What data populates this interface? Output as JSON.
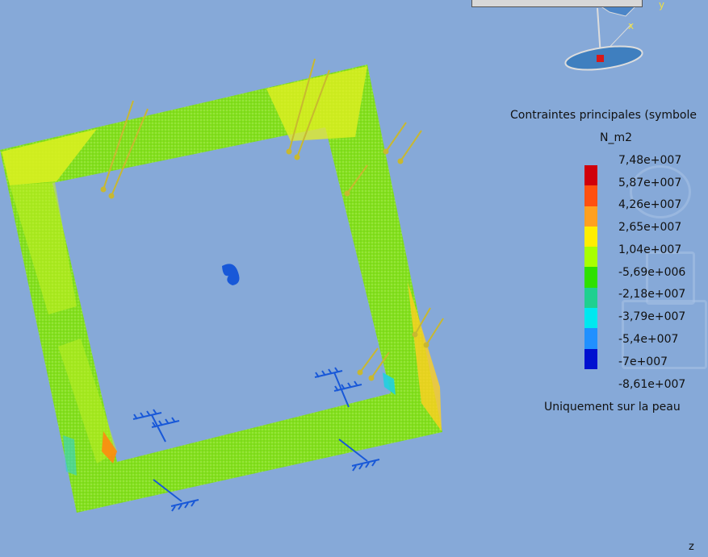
{
  "legend": {
    "title": "Contraintes principales (symbole",
    "unit": "N_m2",
    "footer": "Uniquement sur la peau",
    "ticks": [
      "7,48e+007",
      "5,87e+007",
      "4,26e+007",
      "2,65e+007",
      "1,04e+007",
      "-5,69e+006",
      "-2,18e+007",
      "-3,79e+007",
      "-5,4e+007",
      "-7e+007",
      "-8,61e+007"
    ],
    "colors": [
      "#d0000a",
      "#ff5010",
      "#ffa020",
      "#ffee00",
      "#a8ff00",
      "#2ee000",
      "#1fd090",
      "#00e8f0",
      "#2090ff",
      "#0010d0"
    ]
  },
  "compass": {
    "x_label": "x",
    "y_label": "y"
  },
  "axis_label": "z",
  "colors": {
    "background": "#86a9d8",
    "frame_green": "#7de21a",
    "arrow": "#d8c040",
    "support": "#1858d8"
  }
}
